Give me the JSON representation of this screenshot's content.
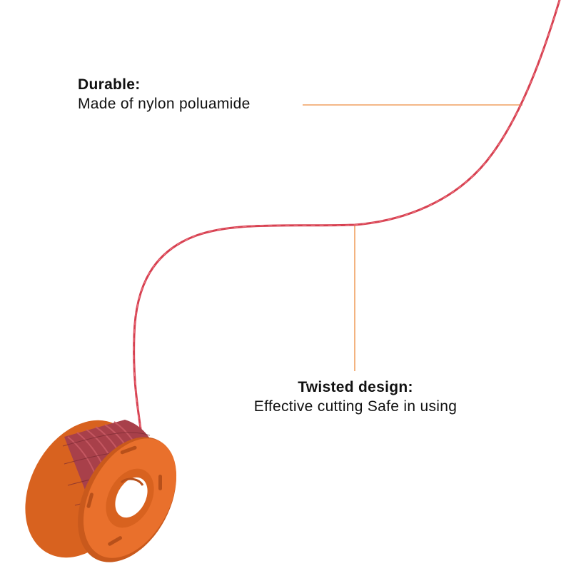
{
  "callouts": {
    "durable": {
      "title": "Durable:",
      "description": "Made of nylon poluamide"
    },
    "twisted": {
      "title": "Twisted design:",
      "description": "Effective cutting Safe in using"
    }
  },
  "colors": {
    "background": "#ffffff",
    "leader_line": "#f0a060",
    "line_strand": "#d64050",
    "spool_body": "#e9702c",
    "spool_shadow": "#c9591c",
    "wound_line": "#a8404a",
    "text": "#111111"
  }
}
